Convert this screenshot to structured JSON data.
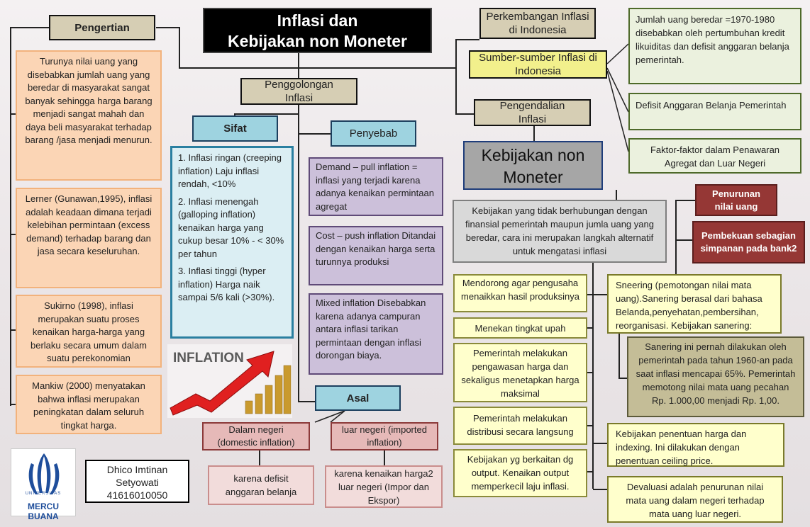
{
  "title": {
    "line1": "Inflasi dan",
    "line2": "Kebijakan non Moneter"
  },
  "pengertian": {
    "header": "Pengertian",
    "items": [
      "Turunya nilai uang yang disebabkan jumlah uang yang beredar di masyarakat sangat banyak sehingga harga barang menjadi sangat mahah dan daya beli masyarakat terhadap barang /jasa menjadi menurun.",
      "Lerner (Gunawan,1995), inflasi adalah keadaan dimana terjadi kelebihan permintaan (excess demand) terhadap barang dan jasa secara keseluruhan.",
      "Sukirno (1998), inflasi merupakan suatu proses kenaikan harga-harga yang berlaku secara umum dalam suatu perekonomian",
      "Mankiw (2000) menyatakan bahwa inflasi merupakan peningkatan dalam seluruh tingkat harga."
    ]
  },
  "penggolongan": {
    "header": "Penggolongan Inflasi"
  },
  "sifat": {
    "header": "Sifat",
    "items": [
      "1. Inflasi ringan (creeping inflation) Laju inflasi rendah, <10%",
      "2. Inflasi menengah (galloping inflation) kenaikan harga yang cukup besar 10% - < 30% per tahun",
      "3. Inflasi tinggi (hyper inflation) Harga naik sampai 5/6 kali (>30%)."
    ]
  },
  "penyebab": {
    "header": "Penyebab",
    "items": [
      "Demand – pull inflation = inflasi yang terjadi karena adanya kenaikan permintaan agregat",
      "Cost – push inflation Ditandai dengan kenaikan harga serta turunnya produksi",
      "Mixed inflation Disebabkan karena adanya campuran antara inflasi tarikan permintaan dengan inflasi dorongan biaya."
    ]
  },
  "asal": {
    "header": "Asal",
    "domestic": "Dalam negeri (domestic inflation)",
    "domestic_desc": "karena defisit anggaran belanja",
    "imported": "luar negeri (imported inflation)",
    "imported_desc": "karena kenaikan harga2 luar negeri (Impor dan Ekspor)"
  },
  "inflation_image_text": "INFLATION",
  "author": {
    "name": "Dhico Imtinan Setyowati",
    "id": "41616010050"
  },
  "logo": {
    "top": "UNIVERSITAS",
    "name": "MERCU BUANA"
  },
  "perkembangan": {
    "header": "Perkembangan Inflasi di Indonesia"
  },
  "sumber": {
    "header": "Sumber-sumber Inflasi di Indonesia",
    "items": [
      "Jumlah uang beredar =1970-1980 disebabkan oleh pertumbuhan kredit likuiditas dan defisit anggaran belanja pemerintah.",
      "Defisit Anggaran Belanja Pemerintah",
      "Faktor-faktor dalam Penawaran Agregat dan Luar Negeri"
    ]
  },
  "pengendalian": {
    "header": "Pengendalian Inflasi"
  },
  "kebijakan": {
    "header": "Kebijakan non Moneter",
    "definition": "Kebijakan yang tidak berhubungan dengan finansial pemerintah maupun jumla uang yang beredar, cara ini merupakan langkah alternatif untuk mengatasi inflasi",
    "left_items": [
      "Mendorong agar pengusaha menaikkan hasil produksinya",
      "Menekan tingkat upah",
      "Pemerintah melakukan pengawasan harga dan sekaligus menetapkan harga maksimal",
      "Pemerintah melakukan distribusi secara langsung",
      "Kebijakan yg berkaitan dg output. Kenaikan output memperkecil laju inflasi."
    ],
    "sanering": "Sneering (pemotongan nilai mata uang).Sanering berasal dari bahasa Belanda,penyehatan,pembersihan, reorganisasi. Kebijakan sanering:",
    "sanering_detail": "Sanering ini pernah dilakukan oleh pemerintah pada tahun 1960-an pada saat inflasi mencapai 65%. Pemerintah memotong nilai mata uang pecahan Rp. 1.000,00 menjadi Rp. 1,00.",
    "red_items": [
      "Penurunan nilai uang",
      "Pembekuan sebagian simpanan pada bank2"
    ],
    "penentuan": "Kebijakan penentuan harga dan indexing. Ini dilakukan dengan penentuan ceiling price.",
    "devaluasi": "Devaluasi adalah penurunan nilai mata uang dalam negeri terhadap mata uang luar negeri."
  }
}
